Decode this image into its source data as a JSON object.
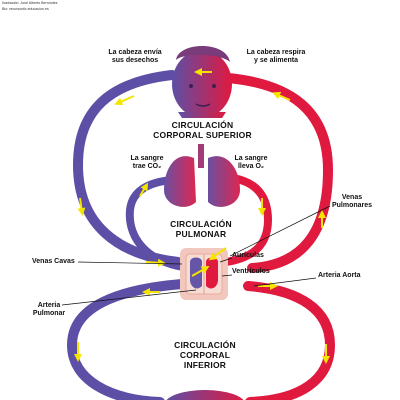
{
  "credits": {
    "line1": "Ilustración: José Alberto Bermúdez",
    "line2": "Bio: recursostic.educacion.es"
  },
  "labels": {
    "head_sends": "La cabeza envía\nsus desechos",
    "head_breathes": "La cabeza respira\ny se alimenta",
    "upper_circulation": "CIRCULACIÓN\nCORPORAL SUPERIOR",
    "blood_brings": "La sangre\ntrae CO₂",
    "blood_carries": "La sangre\nlleva O₂",
    "pulmonary_circulation": "CIRCULACIÓN\nPULMONAR",
    "pulmonary_veins": "Venas\nPulmonares",
    "atria": "Aurículas",
    "vena_cava": "Venas Cavas",
    "ventricles": "Ventrículos",
    "aorta": "Arteria Aorta",
    "pulmonary_artery": "Arteria\nPulmonar",
    "lower_circulation": "CIRCULACIÓN\nCORPORAL\nINFERIOR"
  },
  "colors": {
    "venous_blue": "#5d4fa6",
    "arterial_red": "#e0193f",
    "arrow_yellow": "#f5e400",
    "heart_pink": "#f2c7bd"
  },
  "icons": [
    "head-icon",
    "lungs-icon",
    "heart-icon",
    "flow-arrow-icon"
  ]
}
